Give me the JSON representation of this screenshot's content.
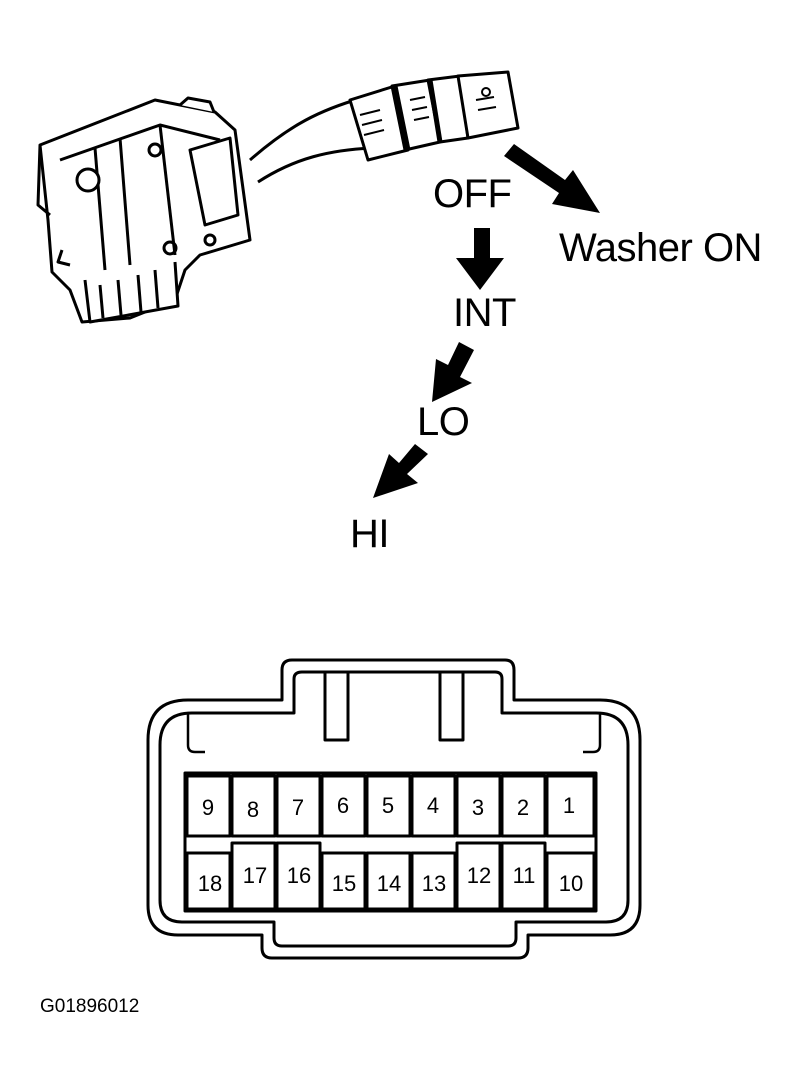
{
  "positions": {
    "off": "OFF",
    "washer_on": "Washer ON",
    "int": "INT",
    "lo": "LO",
    "hi": "HI"
  },
  "connector": {
    "top_row": [
      "9",
      "8",
      "7",
      "6",
      "5",
      "4",
      "3",
      "2",
      "1"
    ],
    "bottom_row": [
      "18",
      "17",
      "16",
      "15",
      "14",
      "13",
      "12",
      "11",
      "10"
    ]
  },
  "figure_id": "G01896012"
}
